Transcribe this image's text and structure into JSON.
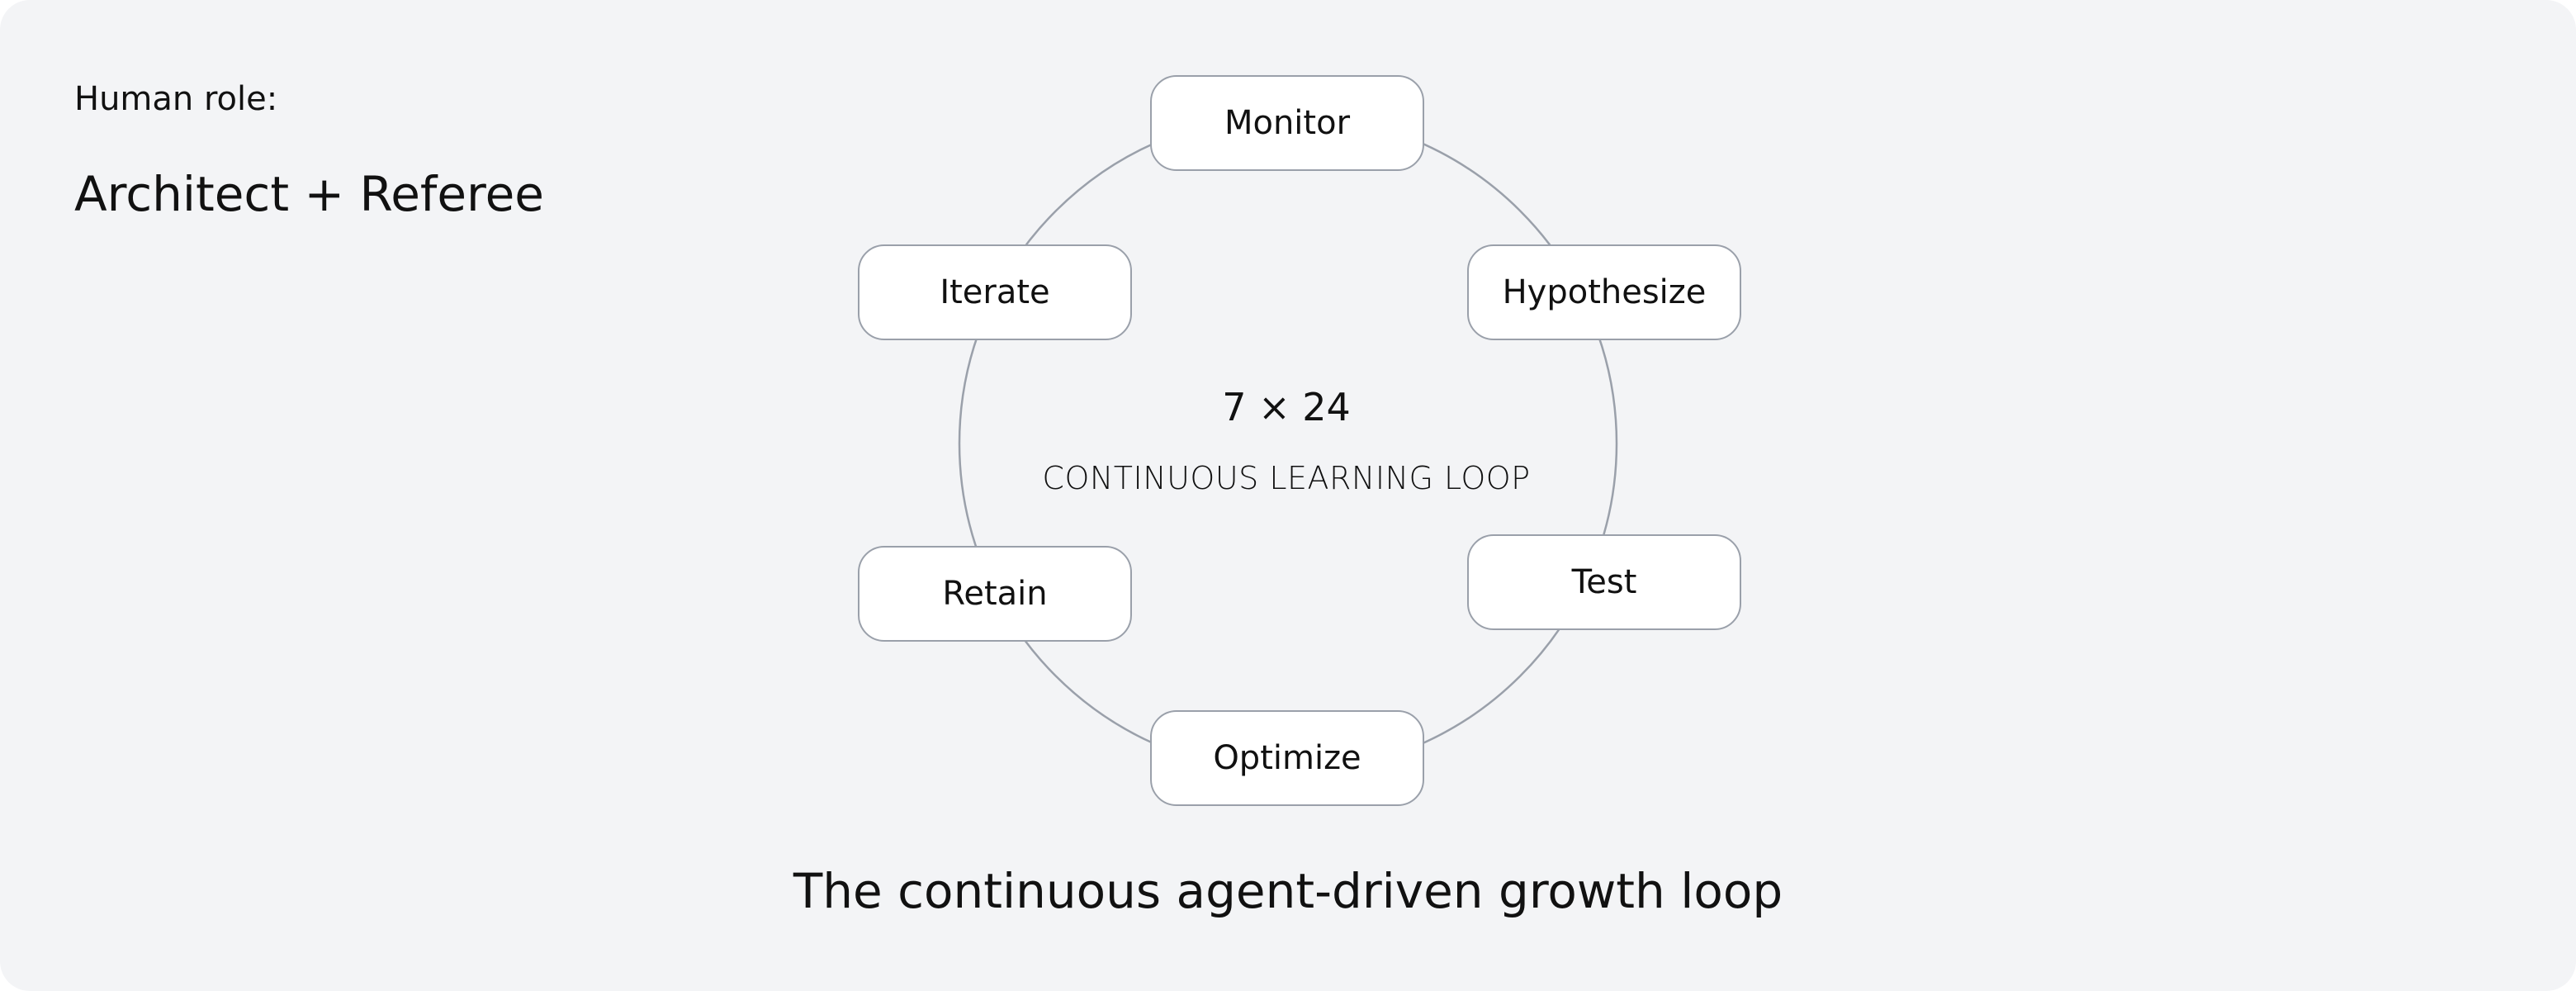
{
  "role": {
    "label": "Human role:",
    "value": "Architect + Referee"
  },
  "loop": {
    "stages": [
      "Monitor",
      "Hypothesize",
      "Test",
      "Optimize",
      "Retain",
      "Iterate"
    ],
    "center_count": "7 × 24",
    "center_caption": "CONTINUOUS LEARNING LOOP"
  },
  "caption": "The continuous agent-driven growth loop",
  "colors": {
    "background": "#f3f4f6",
    "node_fill": "#ffffff",
    "node_border": "#9aa0aa",
    "ring": "#9aa0aa",
    "text": "#111111"
  }
}
